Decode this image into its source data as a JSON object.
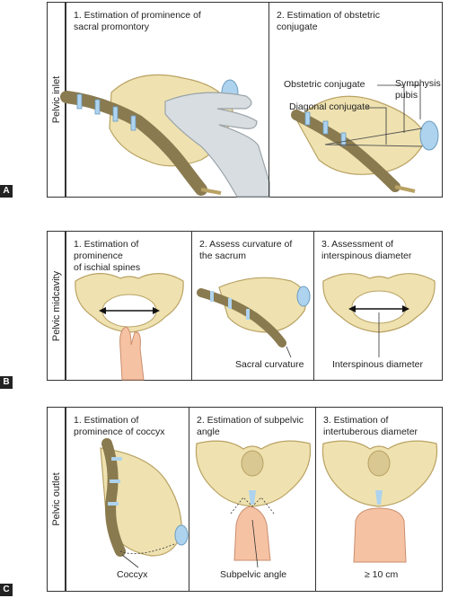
{
  "sections": {
    "a": {
      "letter": "A",
      "side_label": "Pelvic inlet",
      "panels": [
        {
          "title": "1.  Estimation of prominence of\n     sacral promontory"
        },
        {
          "title": "2.  Estimation of obstetric\n     conjugate",
          "labels": {
            "obstetric": "Obstetric conjugate",
            "diagonal": "Diagonal conjugate",
            "symphysis": "Symphysis\npubis"
          }
        }
      ]
    },
    "b": {
      "letter": "B",
      "side_label": "Pelvic midcavity",
      "panels": [
        {
          "title": "1.  Estimation of prominence\n     of ischial spines"
        },
        {
          "title": "2.  Assess curvature of\n     the sacrum",
          "caption": "Sacral curvature"
        },
        {
          "title": "3.  Assessment of\n     interspinous diameter",
          "caption": "Interspinous diameter"
        }
      ]
    },
    "c": {
      "letter": "C",
      "side_label": "Pelvic outlet",
      "panels": [
        {
          "title": "1.  Estimation of\n     prominence of coccyx",
          "caption": "Coccyx"
        },
        {
          "title": "2.  Estimation of subpelvic\n     angle",
          "caption": "Subpelvic angle"
        },
        {
          "title": "3.  Estimation of\n     intertuberous diameter",
          "caption": "≥ 10 cm"
        }
      ]
    }
  },
  "colors": {
    "bone": "#efe2b0",
    "bone_edge": "#b9a263",
    "cartilage": "#aed3ee",
    "sacrum": "#8a7a4f",
    "skin": "#f6c2a4",
    "glove": "#d7dde0"
  }
}
